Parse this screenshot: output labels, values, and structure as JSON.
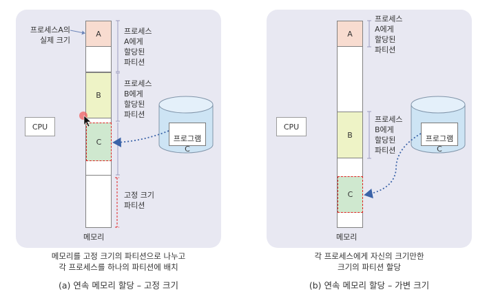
{
  "panel_a": {
    "partition_a_label": "A",
    "partition_b_label": "B",
    "partition_c_label": "C",
    "actual_size_label": "프로세스A의\n실제 크기",
    "alloc_a_label": "프로세스\nA에게\n할당된\n파티션",
    "alloc_b_label": "프로세스\nB에게\n할당된\n파티션",
    "fixed_size_label": "고정 크기\n파티션",
    "cpu_label": "CPU",
    "program_label": "프로그램\nC",
    "memory_label": "메모리",
    "caption": "메모리를 고정 크기의 파티션으로 나누고\n각 프로세스를 하나의 파티션에 배치",
    "subtitle": "(a) 연속 메모리 할당 – 고정 크기"
  },
  "panel_b": {
    "partition_a_label": "A",
    "partition_b_label": "B",
    "partition_c_label": "C",
    "alloc_a_label": "프로세스\nA에게\n할당된\n파티션",
    "alloc_b_label": "프로세스\nB에게\n할당된\n파티션",
    "cpu_label": "CPU",
    "program_label": "프로그램\nC",
    "memory_label": "메모리",
    "caption": "각 프로세스에게 자신의 크기만한\n크기의 파티션 할당",
    "subtitle": "(b) 연속 메모리 할당 – 가변 크기"
  },
  "colors": {
    "partition_a": "#f8dcd0",
    "partition_b": "#eef3c6",
    "partition_c": "#cfe8cf",
    "panel_bg": "#e8e8f2",
    "cylinder": "#cde4f4",
    "dashed_red": "#e02020",
    "dotted_arrow": "#3b63a8"
  }
}
